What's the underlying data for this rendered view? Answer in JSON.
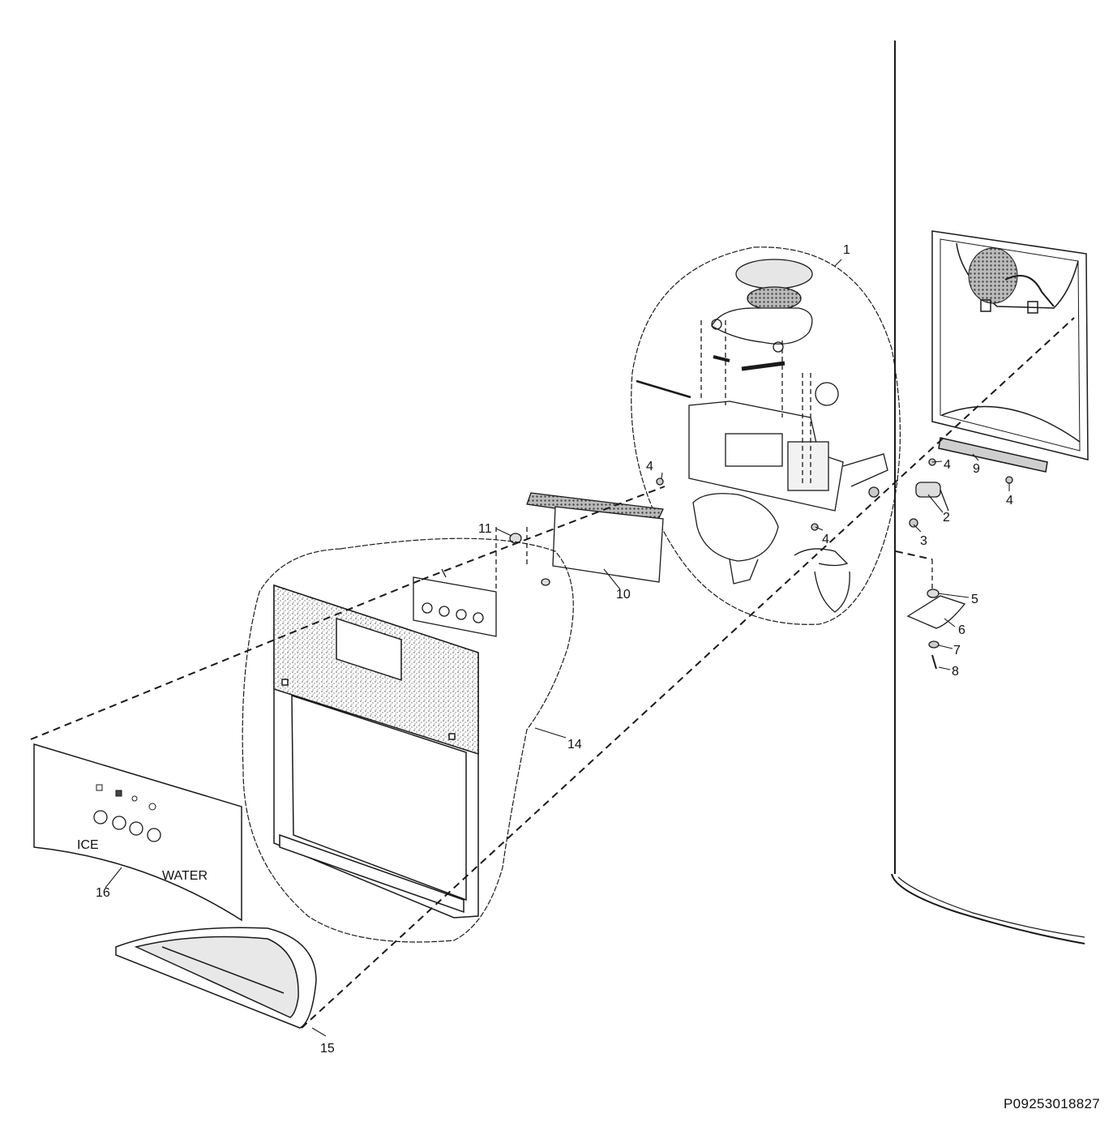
{
  "callouts": {
    "c1": "1",
    "c2": "2",
    "c3": "3",
    "c4a": "4",
    "c4b": "4",
    "c4c": "4",
    "c4d": "4",
    "c5": "5",
    "c6": "6",
    "c7": "7",
    "c8": "8",
    "c9": "9",
    "c10": "10",
    "c11": "11",
    "c14": "14",
    "c15": "15",
    "c16": "16"
  },
  "panel": {
    "ice_label": "ICE",
    "water_label": "WATER"
  },
  "diagram_code": "P09253018827",
  "colors": {
    "line": "#1a1a1a",
    "shade": "#9a9a9a",
    "background": "#ffffff"
  },
  "icons": [
    "ice-cube-icon",
    "crushed-ice-icon",
    "light-icon",
    "water-drop-icon"
  ]
}
